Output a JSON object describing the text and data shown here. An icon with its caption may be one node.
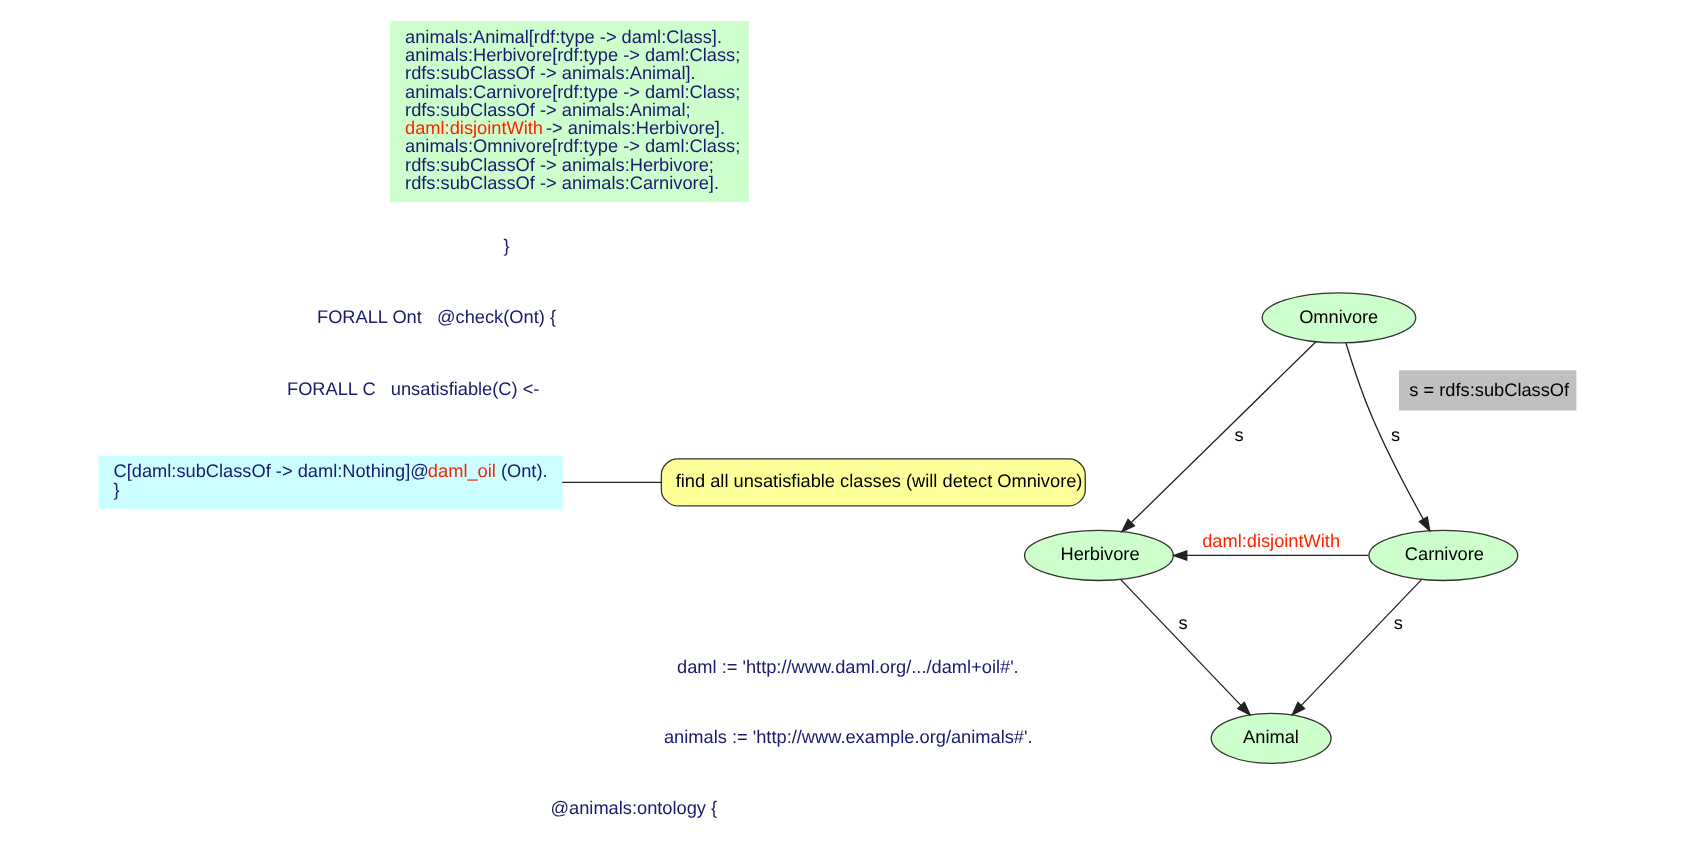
{
  "diagram": {
    "nodes": [
      {
        "text": [
          "animals:Animal[rdf:type -> daml:Class].",
          "animals:Herbivore[rdf:type -> daml:Class;",
          "rdfs:subClassOf -> animals:Animal].",
          "animals:Carnivore[rdf:type -> daml:Class;",
          "rdfs:subClassOf -> animals:Animal;",
          "daml:disjointWith",
          "-> animals:Herbivore].",
          "animals:Omnivore[rdf:type -> daml:Class;",
          "rdfs:subClassOf -> animals:Herbivore;",
          "rdfs:subClassOf -> animals:Carnivore]."
        ]
      },
      {
        "text": [
          "C[daml:subClassOf -> daml:Nothing]@",
          "daml_oil",
          "(Ont).",
          "}"
        ]
      },
      {
        "text": [
          "find all unsatisfiable classes (will detect Omnivore)"
        ]
      },
      {
        "text": [
          "Animal"
        ]
      },
      {
        "text": [
          "Herbivore"
        ]
      },
      {
        "text": [
          "Carnivore"
        ]
      },
      {
        "text": [
          "Omnivore"
        ]
      }
    ],
    "edges": [
      {
        "from": 4,
        "to": 3,
        "arrow": "to",
        "label": "s"
      },
      {
        "from": 5,
        "to": 3,
        "arrow": "to",
        "label": "s"
      },
      {
        "from": 5,
        "to": 4,
        "arrow": "to",
        "label": "daml:disjointWith"
      },
      {
        "from": 6,
        "to": 4,
        "arrow": "to",
        "label": "s"
      },
      {
        "from": 6,
        "to": 5,
        "arrow": "to",
        "label": "s"
      },
      {
        "from": 2,
        "to": 1,
        "arrow": "none"
      }
    ],
    "labels": [
      "daml := 'http://www.daml.org/.../daml+oil#'.",
      "animals := 'http://www.example.org/animals#'.",
      "@animals:ontology {",
      "}",
      "FORALL Ont   @check(Ont) {",
      "FORALL C   unsatisfiable(C) <-",
      "s = rdfs:subClassOf"
    ]
  }
}
